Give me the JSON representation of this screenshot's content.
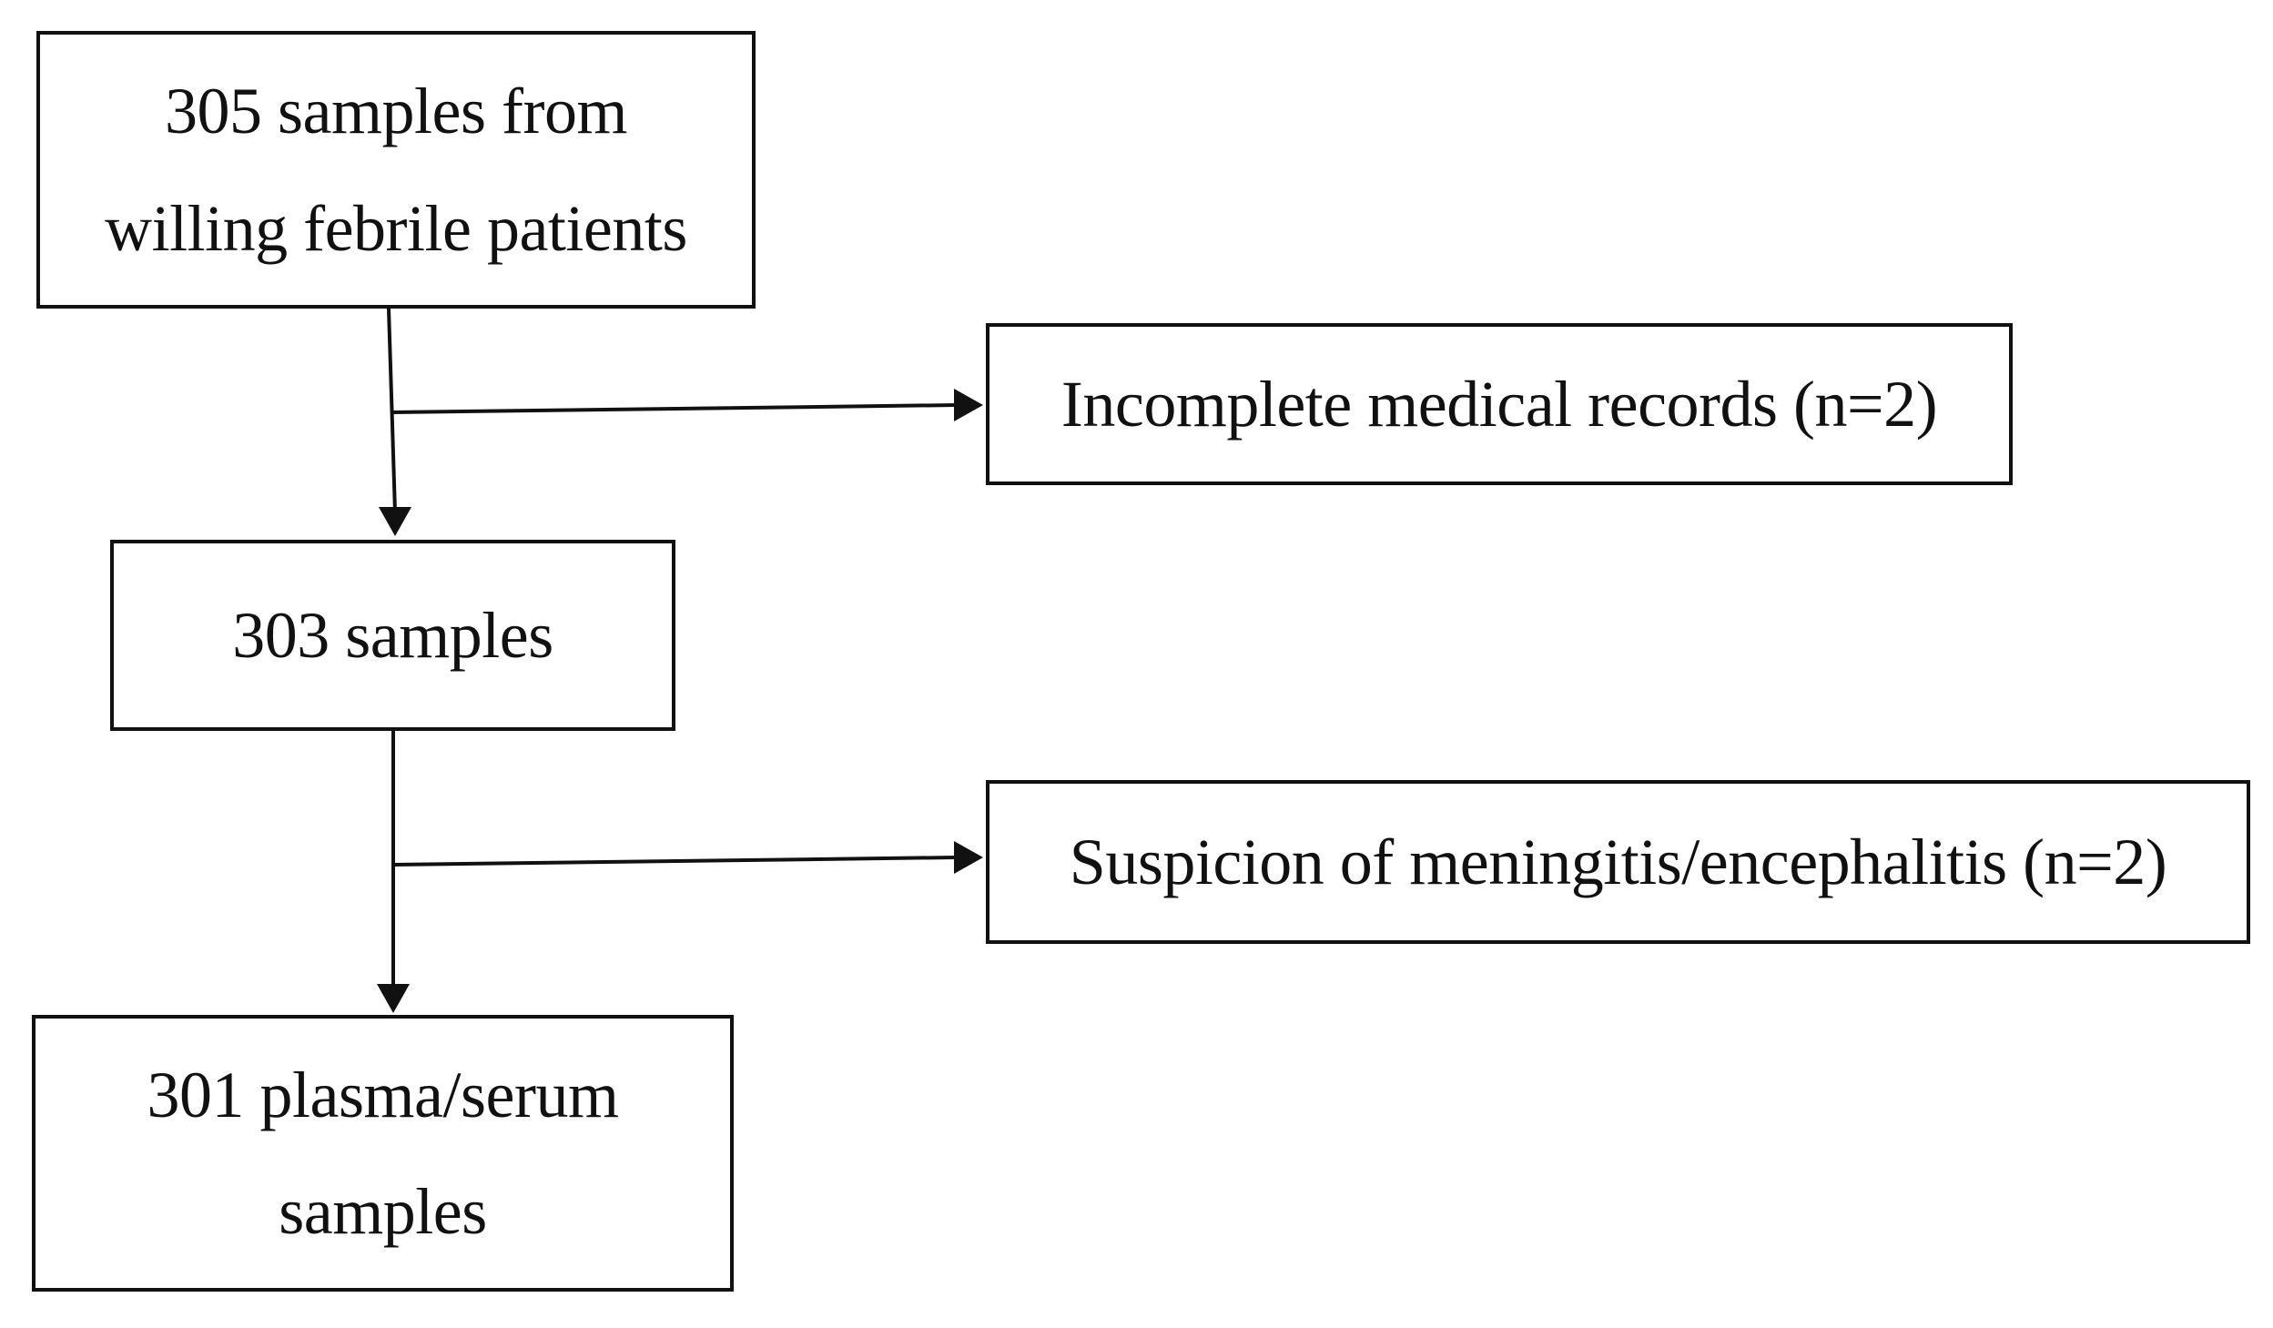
{
  "flowchart": {
    "start": {
      "line1": "305 samples from",
      "line2": "willing febrile patients"
    },
    "exclusion_1": {
      "text": "Incomplete medical records (n=2)"
    },
    "step_2": {
      "text": "303 samples"
    },
    "exclusion_2": {
      "text": "Suspicion of meningitis/encephalitis (n=2)"
    },
    "final": {
      "line1": "301 plasma/serum",
      "line2": "samples"
    }
  },
  "colors": {
    "line": "#111111",
    "background": "#ffffff"
  }
}
